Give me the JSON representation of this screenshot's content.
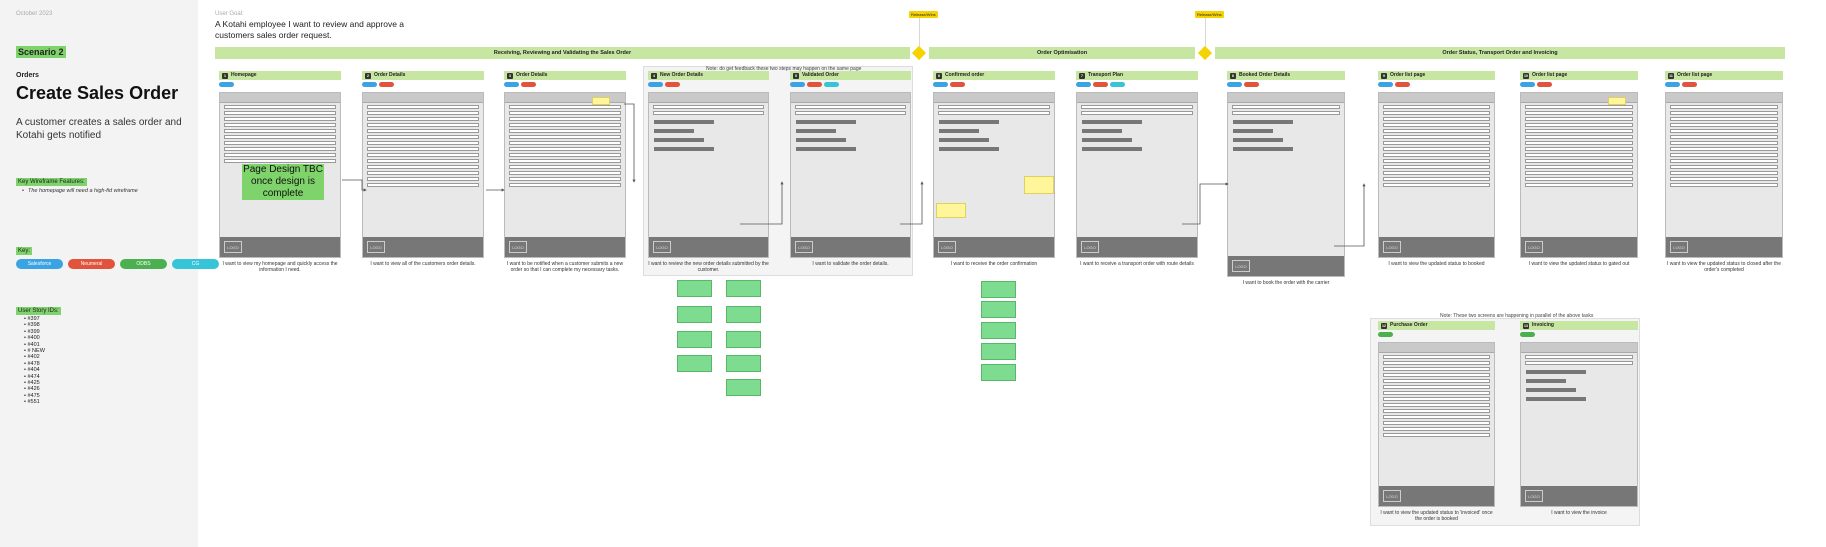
{
  "left": {
    "date": "October 2023",
    "scenario": "Scenario 2",
    "category": "Orders",
    "title": "Create Sales Order",
    "description": "A customer creates a sales order and Kotahi gets notified",
    "key_wireframe_features_label": "Key Wireframe Features:",
    "key_wireframe_features_note": "The homepage will need a high-fid wireframe",
    "key_label": "Key:",
    "keys": [
      {
        "label": "Salesforce",
        "color": "#3aa3e3"
      },
      {
        "label": "Neumeral",
        "color": "#e2533b"
      },
      {
        "label": "ODBS",
        "color": "#4caf50"
      },
      {
        "label": "CG",
        "color": "#35c4d8"
      }
    ],
    "user_story_ids_label": "User Story IDs:",
    "user_story_ids": [
      "#397",
      "#398",
      "#399",
      "#400",
      "#401",
      "# NEW",
      "#402",
      "#478",
      "#404",
      "#474",
      "#425",
      "#426",
      "#475",
      "#551"
    ]
  },
  "goal": {
    "label": "User Goal:",
    "text": "A Kotahi employee I want to review and approve a customers sales order request."
  },
  "milestones": [
    "Release/Wins",
    "Release/Wins"
  ],
  "phases": [
    "Receiving, Reviewing and Validating the Sales Order",
    "Order Optimisation",
    "Order Status, Transport Order and Invoicing"
  ],
  "notes": {
    "same_page": "Note: do get feedback these two steps may happen on the same page",
    "parallel": "Note: These two screens are happening in parallel of the above tasks"
  },
  "design_tbc": "Page Design TBC once design is complete",
  "screens": [
    {
      "num": "1",
      "title": "Homepage",
      "caption": "I want to view my homepage and quickly access the information I need."
    },
    {
      "num": "2",
      "title": "Order Details",
      "caption": "I want to view all of the customers order details."
    },
    {
      "num": "3",
      "title": "Order Details",
      "caption": "I want to be notified when a customer submits a new order so that I can complete my necessary tasks."
    },
    {
      "num": "4",
      "title": "New Order Details",
      "caption": "I want to review the new order details submitted by the customer."
    },
    {
      "num": "5",
      "title": "Validated Order",
      "caption": "I want to validate the order details."
    },
    {
      "num": "6",
      "title": "Confirmed order",
      "caption": "I want to receive the order confirmation"
    },
    {
      "num": "7",
      "title": "Transport Plan",
      "caption": "I want to receive a transport order with route details"
    },
    {
      "num": "8",
      "title": "Booked Order Details",
      "caption": "I want to book the order with the carrier"
    },
    {
      "num": "9",
      "title": "Order list page",
      "caption": "I want to view the updated status to booked"
    },
    {
      "num": "10",
      "title": "Order list page",
      "caption": "I want to view the updated status to gated out"
    },
    {
      "num": "11",
      "title": "Order list page",
      "caption": "I want to view the updated status to closed after the order's completed"
    },
    {
      "num": "12",
      "title": "Purchase Order",
      "caption": "I want to view the updated status to 'invoiced' once the order is booked"
    },
    {
      "num": "13",
      "title": "Invoicing",
      "caption": "I want to view the invoice"
    }
  ],
  "logo_text": "LOGO"
}
